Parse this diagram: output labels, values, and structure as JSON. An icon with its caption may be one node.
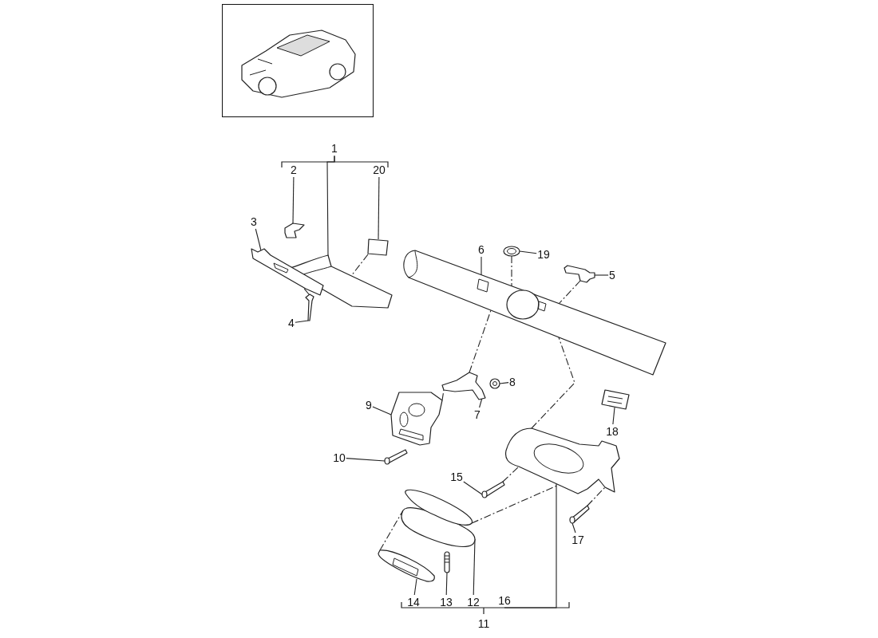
{
  "diagram": {
    "nodes": [
      {
        "text": [
          "1"
        ]
      },
      {
        "text": [
          "2"
        ]
      },
      {
        "text": [
          "20"
        ]
      },
      {
        "text": [
          "3"
        ]
      },
      {
        "text": [
          "4"
        ]
      },
      {
        "text": [
          "6"
        ]
      },
      {
        "text": [
          "19"
        ]
      },
      {
        "text": [
          "5"
        ]
      },
      {
        "text": [
          "8"
        ]
      },
      {
        "text": [
          "9"
        ]
      },
      {
        "text": [
          "7"
        ]
      },
      {
        "text": [
          "18"
        ]
      },
      {
        "text": [
          "10"
        ]
      },
      {
        "text": [
          "15"
        ]
      },
      {
        "text": [
          "17"
        ]
      },
      {
        "text": [
          "14"
        ]
      },
      {
        "text": [
          "13"
        ]
      },
      {
        "text": [
          "12"
        ]
      },
      {
        "text": [
          "16"
        ]
      },
      {
        "text": [],
        "shape": "picture"
      },
      {
        "text": [],
        "shape": "picture"
      },
      {
        "text": [],
        "shape": "box"
      },
      {
        "text": [],
        "shape": "picture"
      },
      {
        "text": [],
        "shape": "picture"
      },
      {
        "text": [],
        "shape": "picture"
      },
      {
        "text": [],
        "shape": "circle"
      },
      {
        "text": [],
        "shape": "picture"
      },
      {
        "text": [],
        "shape": "picture"
      },
      {
        "text": [],
        "shape": "picture"
      },
      {
        "text": [],
        "shape": "picture"
      },
      {
        "text": [],
        "shape": "picture"
      },
      {
        "text": [],
        "shape": "picture"
      },
      {
        "text": [],
        "shape": "picture"
      },
      {
        "text": [],
        "shape": "picture"
      },
      {
        "text": [],
        "shape": "picture"
      },
      {
        "text": [],
        "shape": "bar"
      },
      {
        "text": [],
        "shape": "picture"
      },
      {
        "text": [],
        "shape": "picture"
      }
    ],
    "edges": [
      {
        "from": 0,
        "to": 19,
        "arrow": "none"
      },
      {
        "from": 1,
        "to": 20,
        "arrow": "none"
      },
      {
        "from": 2,
        "to": 21,
        "arrow": "none"
      },
      {
        "from": 3,
        "to": 22,
        "arrow": "none"
      },
      {
        "from": 4,
        "to": 23,
        "arrow": "none"
      },
      {
        "from": 5,
        "to": 24,
        "arrow": "none"
      },
      {
        "from": 6,
        "to": 25,
        "arrow": "none"
      },
      {
        "from": 7,
        "to": 26,
        "arrow": "none"
      },
      {
        "from": 8,
        "to": 27,
        "arrow": "none"
      },
      {
        "from": 9,
        "to": 28,
        "arrow": "none"
      },
      {
        "from": 10,
        "to": 29,
        "arrow": "none"
      },
      {
        "from": 11,
        "to": 30,
        "arrow": "none"
      },
      {
        "from": 12,
        "to": 31,
        "arrow": "none"
      },
      {
        "from": 13,
        "to": 32,
        "arrow": "none"
      },
      {
        "from": 14,
        "to": 33,
        "arrow": "none"
      },
      {
        "from": 15,
        "to": 34,
        "arrow": "none"
      },
      {
        "from": 16,
        "to": 35,
        "arrow": "none"
      },
      {
        "from": 17,
        "to": 36,
        "arrow": "none"
      },
      {
        "from": 18,
        "to": 37,
        "arrow": "none"
      },
      {
        "from": 21,
        "to": 19,
        "arrow": "none",
        "style": "dashed"
      },
      {
        "from": 23,
        "to": 22,
        "arrow": "none",
        "style": "dashed"
      },
      {
        "from": 25,
        "to": 24,
        "arrow": "none",
        "style": "dashed"
      },
      {
        "from": 26,
        "to": 24,
        "arrow": "none",
        "style": "dashed"
      },
      {
        "from": 29,
        "to": 24,
        "arrow": "none",
        "style": "dashed"
      },
      {
        "from": 28,
        "to": 29,
        "arrow": "none",
        "style": "dashed"
      },
      {
        "from": 37,
        "to": 24,
        "arrow": "none",
        "style": "dashed"
      },
      {
        "from": 32,
        "to": 37,
        "arrow": "none",
        "style": "dashed"
      },
      {
        "from": 33,
        "to": 37,
        "arrow": "none",
        "style": "dashed"
      },
      {
        "from": 36,
        "to": 37,
        "arrow": "none",
        "style": "dashed"
      },
      {
        "from": 34,
        "to": 36,
        "arrow": "none",
        "style": "dashed"
      }
    ],
    "labels": [
      "11"
    ]
  }
}
